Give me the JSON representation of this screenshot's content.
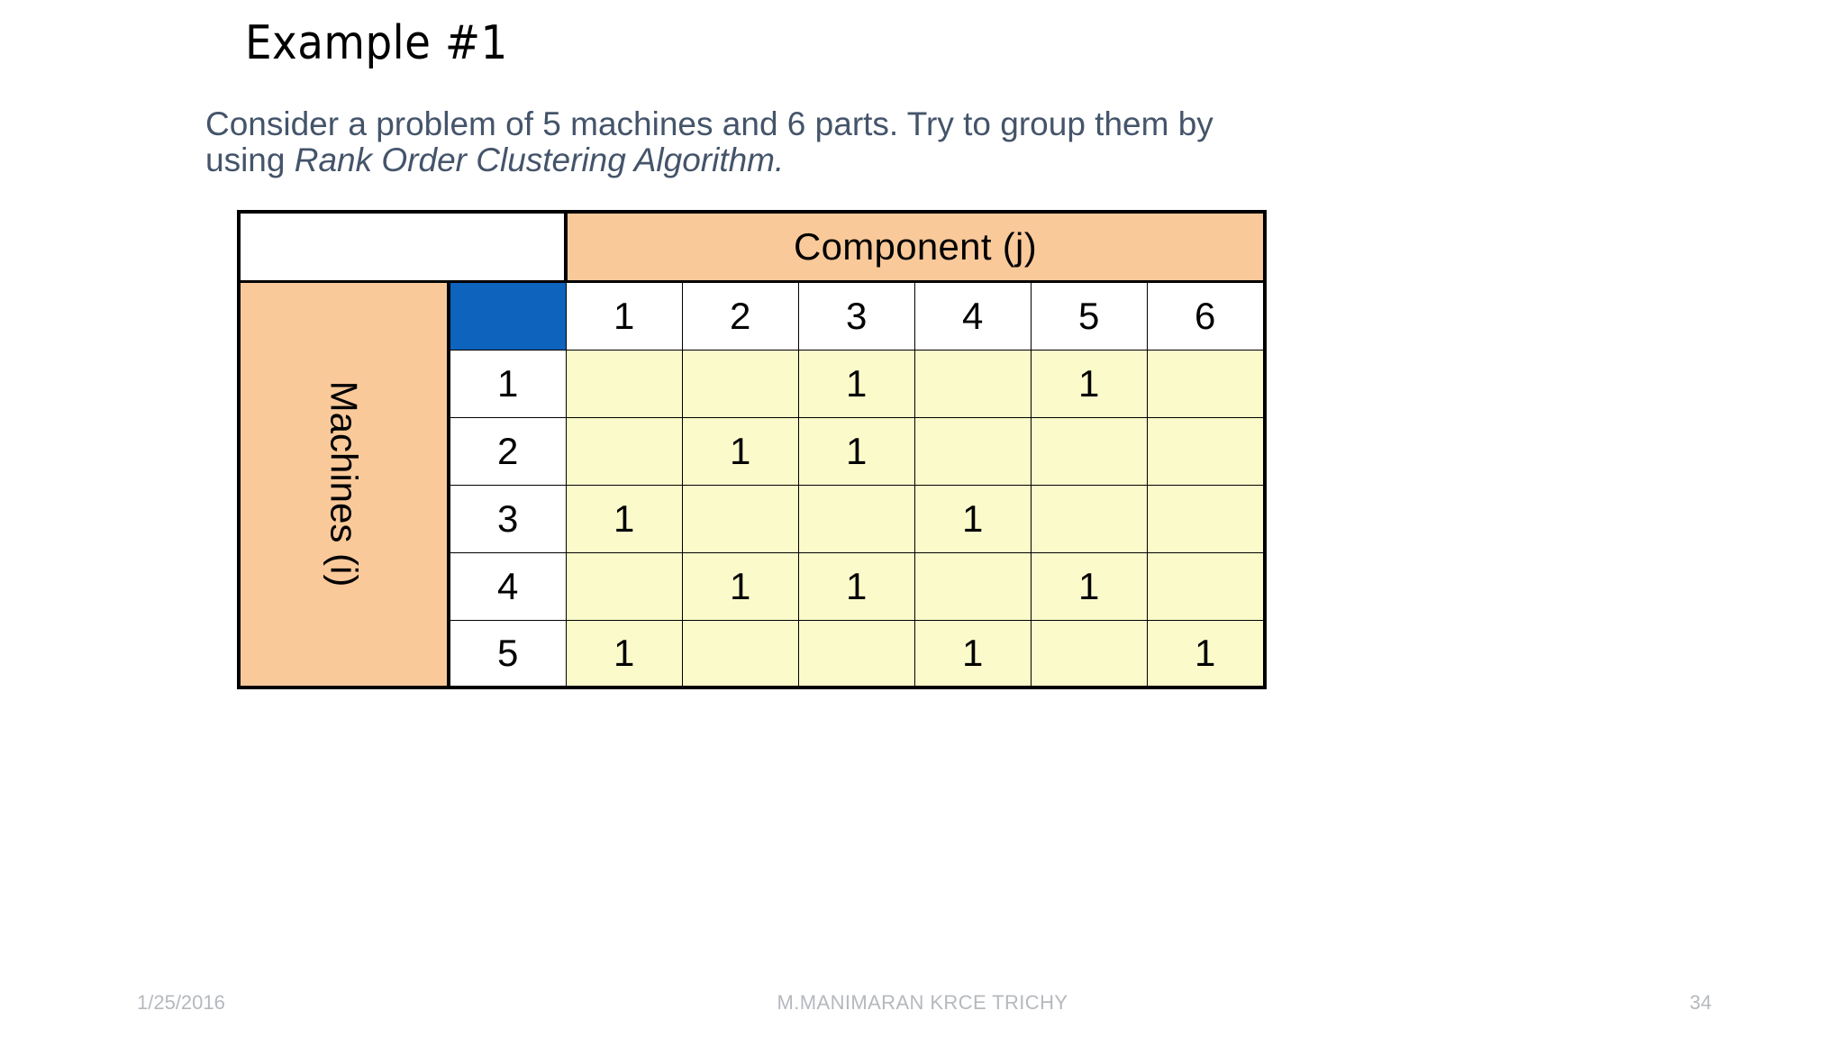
{
  "slide": {
    "title": "Example #1",
    "body_line1": "Consider a problem of 5 machines and 6 parts. Try to group them by using ",
    "body_line2_italic": "Rank Order Clustering Algorithm."
  },
  "matrix": {
    "component_header": "Component (j)",
    "machines_header": "Machines (i)",
    "corner_blank": "",
    "corner_accent": "",
    "component_columns": [
      "1",
      "2",
      "3",
      "4",
      "5",
      "6"
    ],
    "machine_rows": [
      "1",
      "2",
      "3",
      "4",
      "5"
    ],
    "cells": [
      [
        "",
        "",
        "1",
        "",
        "1",
        ""
      ],
      [
        "",
        "1",
        "1",
        "",
        "",
        ""
      ],
      [
        "1",
        "",
        "",
        "1",
        "",
        ""
      ],
      [
        "",
        "1",
        "1",
        "",
        "1",
        ""
      ],
      [
        "1",
        "",
        "",
        "1",
        "",
        "1"
      ]
    ]
  },
  "colors": {
    "header_peach": "#fac99a",
    "accent_blue": "#0e63bd",
    "cell_yellow": "#fafacb",
    "body_text": "#44546a",
    "footer_text": "#b5b9be"
  },
  "footer": {
    "date": "1/25/2016",
    "center": "M.MANIMARAN KRCE TRICHY",
    "page": "34"
  }
}
